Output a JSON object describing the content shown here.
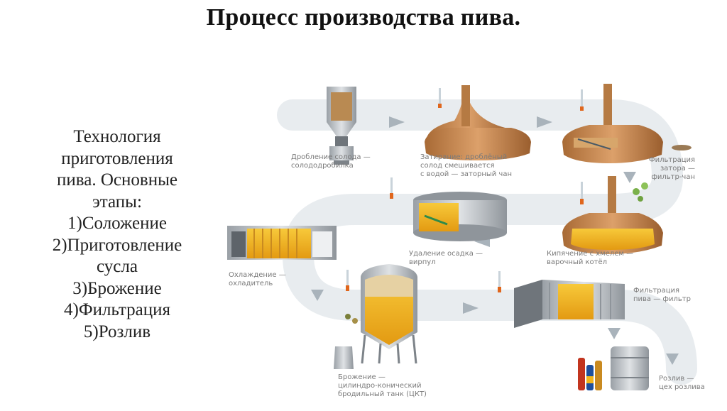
{
  "title": "Процесс производства пива.",
  "intro": {
    "lines": [
      "Технология",
      "приготовления",
      "пива. Основные",
      "этапы:"
    ],
    "stages": [
      "1)Соложение",
      "2)Приготовление",
      "сусла",
      "3)Брожение",
      "4)Фильтрация",
      "5)Розлив"
    ]
  },
  "steps": [
    {
      "id": "milling",
      "lines": [
        "Дробление солода —",
        "солододробилка"
      ]
    },
    {
      "id": "mashing",
      "lines": [
        "Затирание: дроблёный",
        "солод смешивается",
        "с водой — заторный чан"
      ]
    },
    {
      "id": "lautering",
      "lines": [
        "Фильтрация",
        "затора —",
        "фильтр-чан"
      ]
    },
    {
      "id": "boiling",
      "lines": [
        "Кипячение с хмелем —",
        "варочный котёл"
      ]
    },
    {
      "id": "whirlpool",
      "lines": [
        "Удаление осадка —",
        "вирпул"
      ]
    },
    {
      "id": "cooling",
      "lines": [
        "Охлаждение —",
        "охладитель"
      ]
    },
    {
      "id": "fermentation",
      "lines": [
        "Брожение —",
        "цилиндро-конический",
        "бродильный танк (ЦКТ)"
      ]
    },
    {
      "id": "filtration",
      "lines": [
        "Фильтрация",
        "пива — фильтр"
      ]
    },
    {
      "id": "bottling",
      "lines": [
        "Розлив —",
        "цех розлива"
      ]
    }
  ],
  "colors": {
    "copper": "#c98a4e",
    "copper_dark": "#8e5a2c",
    "path": "#e7ebee",
    "arrow": "#a9b3bb",
    "steel": "#c2c6ca",
    "beer": "#f2b51c",
    "foam": "#d8bf8c"
  }
}
